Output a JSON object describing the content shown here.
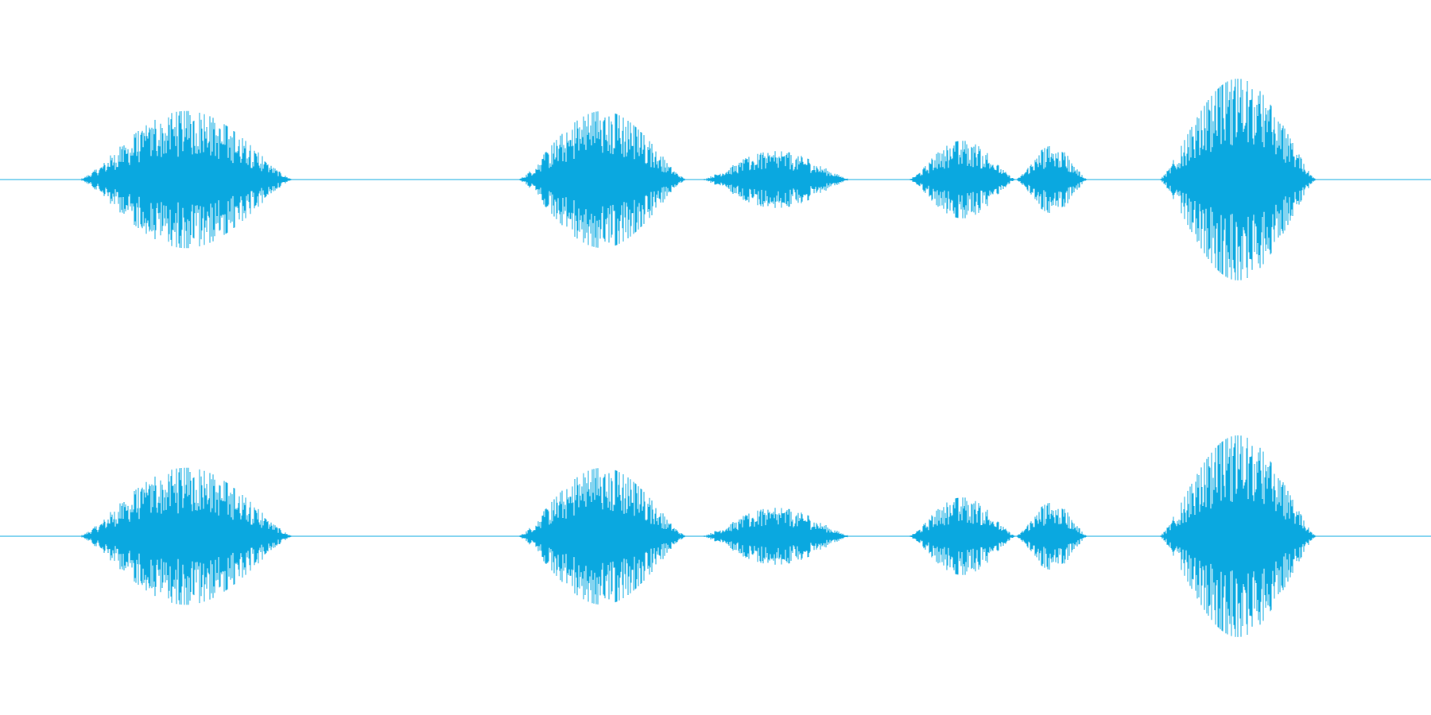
{
  "waveform": {
    "color": "#0aa8e0",
    "channels": [
      {
        "id": "channel-1"
      },
      {
        "id": "channel-2"
      }
    ],
    "segments": [
      {
        "start": 0.055,
        "end": 0.205,
        "peak": 0.53
      },
      {
        "start": 0.362,
        "end": 0.48,
        "peak": 0.53
      },
      {
        "start": 0.49,
        "end": 0.595,
        "peak": 0.22
      },
      {
        "start": 0.635,
        "end": 0.71,
        "peak": 0.3
      },
      {
        "start": 0.71,
        "end": 0.76,
        "peak": 0.26
      },
      {
        "start": 0.81,
        "end": 0.92,
        "peak": 0.78
      }
    ]
  }
}
